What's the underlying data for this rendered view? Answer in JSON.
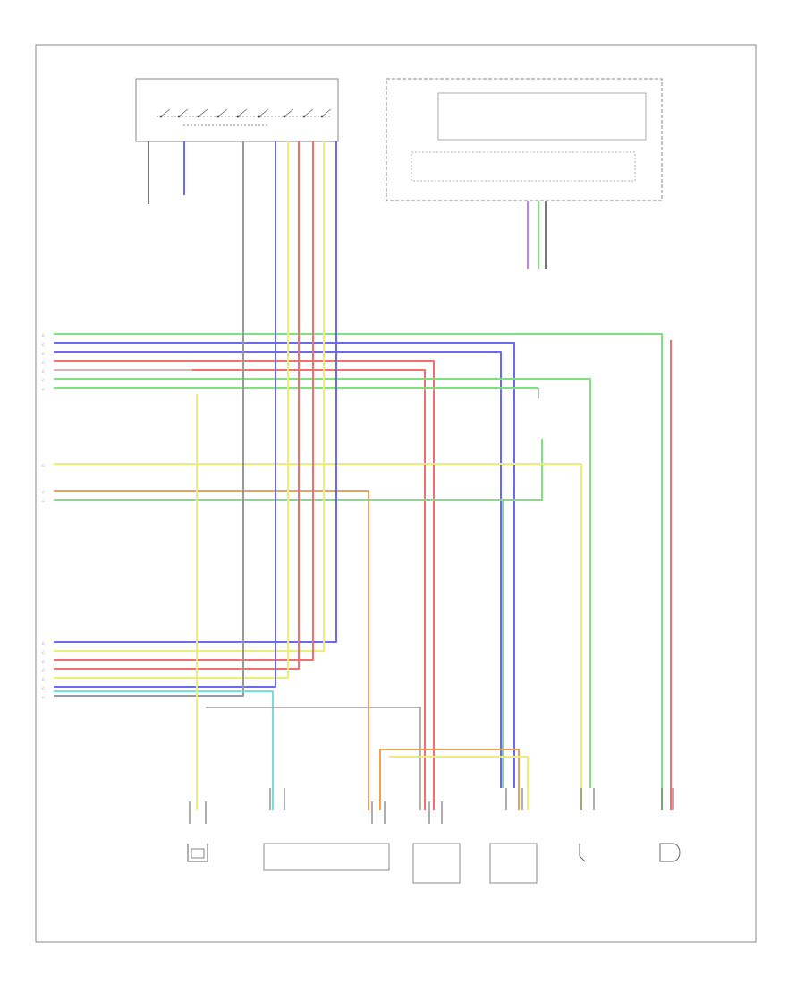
{
  "diagram": {
    "footer_code": "",
    "top_component_title": "",
    "ecm_title": "",
    "left_connector_pin_letter": "C",
    "bottom_components": [
      {
        "id": "comp1",
        "label": ""
      },
      {
        "id": "comp2",
        "label": ""
      },
      {
        "id": "comp3",
        "label": ""
      },
      {
        "id": "comp4",
        "label": ""
      },
      {
        "id": "comp5",
        "label": ""
      },
      {
        "id": "comp6",
        "label": ""
      }
    ],
    "colors": {
      "green": "#7ee07e",
      "blue": "#6b6bf0",
      "red": "#f07070",
      "yellow": "#eded7a",
      "orange": "#f0a050",
      "cyan": "#70e0e0",
      "gray": "#999999",
      "violet": "#c080f0",
      "box_border": "#777777"
    }
  }
}
